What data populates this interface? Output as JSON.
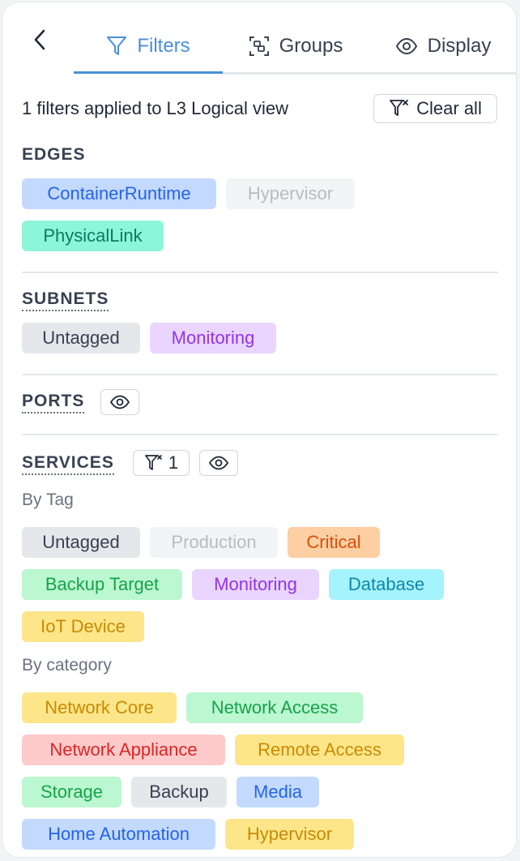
{
  "tabs": {
    "filters": "Filters",
    "groups": "Groups",
    "display": "Display"
  },
  "summary": {
    "text": "1 filters applied to L3 Logical view",
    "clear_all": "Clear all"
  },
  "edges": {
    "title": "EDGES",
    "chips": [
      "ContainerRuntime",
      "Hypervisor",
      "PhysicalLink"
    ]
  },
  "subnets": {
    "title": "SUBNETS",
    "chips": [
      "Untagged",
      "Monitoring"
    ]
  },
  "ports": {
    "title": "PORTS"
  },
  "services": {
    "title": "SERVICES",
    "filter_count": "1",
    "by_tag_label": "By Tag",
    "tags": [
      "Untagged",
      "Production",
      "Critical",
      "Backup Target",
      "Monitoring",
      "Database",
      "IoT Device"
    ],
    "by_category_label": "By category",
    "categories": [
      "Network Core",
      "Network Access",
      "Network Appliance",
      "Remote Access",
      "Storage",
      "Backup",
      "Media",
      "Home Automation",
      "Hypervisor"
    ]
  },
  "colors": {
    "accent": "#4a90d9",
    "chip_blue": "#c3dafe",
    "chip_teal": "#8df5d8",
    "chip_purple": "#e9d5ff",
    "chip_orange": "#fdcfa3",
    "chip_green": "#bbf7d0",
    "chip_cyan": "#a5f3fc",
    "chip_yellow": "#fde68a",
    "chip_red": "#fecaca"
  },
  "icons": {
    "back": "chevron-left-icon",
    "filters_tab": "funnel-icon",
    "groups_tab": "group-select-icon",
    "display_tab": "eye-icon",
    "clear": "funnel-x-icon"
  }
}
